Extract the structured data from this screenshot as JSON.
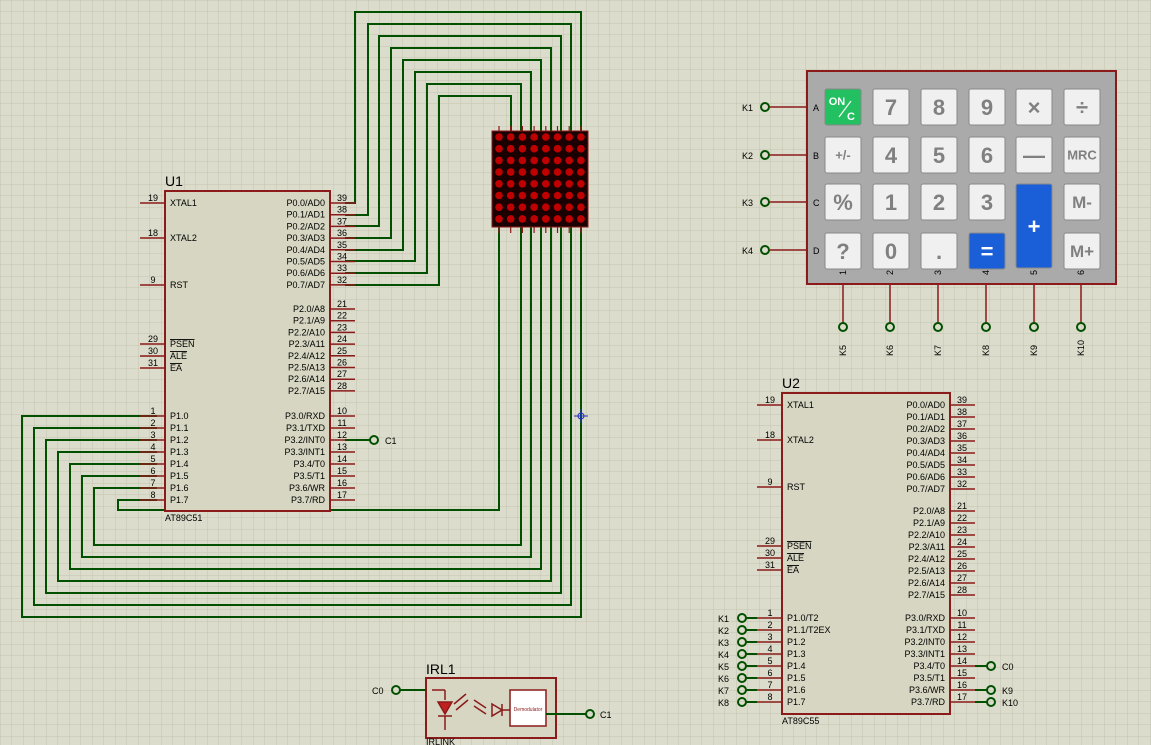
{
  "u1": {
    "ref": "U1",
    "part": "AT89C51",
    "left_pins": [
      {
        "num": "19",
        "name": "XTAL1"
      },
      {
        "num": "18",
        "name": "XTAL2"
      },
      {
        "num": "9",
        "name": "RST"
      },
      {
        "num": "29",
        "name": "PSEN"
      },
      {
        "num": "30",
        "name": "ALE"
      },
      {
        "num": "31",
        "name": "EA"
      },
      {
        "num": "1",
        "name": "P1.0"
      },
      {
        "num": "2",
        "name": "P1.1"
      },
      {
        "num": "3",
        "name": "P1.2"
      },
      {
        "num": "4",
        "name": "P1.3"
      },
      {
        "num": "5",
        "name": "P1.4"
      },
      {
        "num": "6",
        "name": "P1.5"
      },
      {
        "num": "7",
        "name": "P1.6"
      },
      {
        "num": "8",
        "name": "P1.7"
      }
    ],
    "right_pins": [
      {
        "num": "39",
        "name": "P0.0/AD0"
      },
      {
        "num": "38",
        "name": "P0.1/AD1"
      },
      {
        "num": "37",
        "name": "P0.2/AD2"
      },
      {
        "num": "36",
        "name": "P0.3/AD3"
      },
      {
        "num": "35",
        "name": "P0.4/AD4"
      },
      {
        "num": "34",
        "name": "P0.5/AD5"
      },
      {
        "num": "33",
        "name": "P0.6/AD6"
      },
      {
        "num": "32",
        "name": "P0.7/AD7"
      },
      {
        "num": "21",
        "name": "P2.0/A8"
      },
      {
        "num": "22",
        "name": "P2.1/A9"
      },
      {
        "num": "23",
        "name": "P2.2/A10"
      },
      {
        "num": "24",
        "name": "P2.3/A11"
      },
      {
        "num": "25",
        "name": "P2.4/A12"
      },
      {
        "num": "26",
        "name": "P2.5/A13"
      },
      {
        "num": "27",
        "name": "P2.6/A14"
      },
      {
        "num": "28",
        "name": "P2.7/A15"
      },
      {
        "num": "10",
        "name": "P3.0/RXD"
      },
      {
        "num": "11",
        "name": "P3.1/TXD"
      },
      {
        "num": "12",
        "name": "P3.2/INT0"
      },
      {
        "num": "13",
        "name": "P3.3/INT1"
      },
      {
        "num": "14",
        "name": "P3.4/T0"
      },
      {
        "num": "15",
        "name": "P3.5/T1"
      },
      {
        "num": "16",
        "name": "P3.6/WR"
      },
      {
        "num": "17",
        "name": "P3.7/RD"
      }
    ],
    "terminal_c1": "C1"
  },
  "u2": {
    "ref": "U2",
    "part": "AT89C55",
    "left_pins": [
      {
        "num": "19",
        "name": "XTAL1"
      },
      {
        "num": "18",
        "name": "XTAL2"
      },
      {
        "num": "9",
        "name": "RST"
      },
      {
        "num": "29",
        "name": "PSEN"
      },
      {
        "num": "30",
        "name": "ALE"
      },
      {
        "num": "31",
        "name": "EA"
      },
      {
        "num": "1",
        "name": "P1.0/T2",
        "net": "K1"
      },
      {
        "num": "2",
        "name": "P1.1/T2EX",
        "net": "K2"
      },
      {
        "num": "3",
        "name": "P1.2",
        "net": "K3"
      },
      {
        "num": "4",
        "name": "P1.3",
        "net": "K4"
      },
      {
        "num": "5",
        "name": "P1.4",
        "net": "K5"
      },
      {
        "num": "6",
        "name": "P1.5",
        "net": "K6"
      },
      {
        "num": "7",
        "name": "P1.6",
        "net": "K7"
      },
      {
        "num": "8",
        "name": "P1.7",
        "net": "K8"
      }
    ],
    "right_pins": [
      {
        "num": "39",
        "name": "P0.0/AD0"
      },
      {
        "num": "38",
        "name": "P0.1/AD1"
      },
      {
        "num": "37",
        "name": "P0.2/AD2"
      },
      {
        "num": "36",
        "name": "P0.3/AD3"
      },
      {
        "num": "35",
        "name": "P0.4/AD4"
      },
      {
        "num": "34",
        "name": "P0.5/AD5"
      },
      {
        "num": "33",
        "name": "P0.6/AD6"
      },
      {
        "num": "32",
        "name": "P0.7/AD7"
      },
      {
        "num": "21",
        "name": "P2.0/A8"
      },
      {
        "num": "22",
        "name": "P2.1/A9"
      },
      {
        "num": "23",
        "name": "P2.2/A10"
      },
      {
        "num": "24",
        "name": "P2.3/A11"
      },
      {
        "num": "25",
        "name": "P2.4/A12"
      },
      {
        "num": "26",
        "name": "P2.5/A13"
      },
      {
        "num": "27",
        "name": "P2.6/A14"
      },
      {
        "num": "28",
        "name": "P2.7/A15"
      },
      {
        "num": "10",
        "name": "P3.0/RXD"
      },
      {
        "num": "11",
        "name": "P3.1/TXD"
      },
      {
        "num": "12",
        "name": "P3.2/INT0"
      },
      {
        "num": "13",
        "name": "P3.3/INT1"
      },
      {
        "num": "14",
        "name": "P3.4/T0",
        "net": "C0"
      },
      {
        "num": "15",
        "name": "P3.5/T1"
      },
      {
        "num": "16",
        "name": "P3.6/WR",
        "net": "K9"
      },
      {
        "num": "17",
        "name": "P3.7/RD",
        "net": "K10"
      }
    ]
  },
  "keypad": {
    "row_labels": [
      "A",
      "B",
      "C",
      "D"
    ],
    "row_nets": [
      "K1",
      "K2",
      "K3",
      "K4"
    ],
    "col_labels": [
      "1",
      "2",
      "3",
      "4",
      "5",
      "6"
    ],
    "col_nets": [
      "K5",
      "K6",
      "K7",
      "K8",
      "K9",
      "K10"
    ],
    "keys": [
      [
        "ON/C",
        "7",
        "8",
        "9",
        "×",
        "÷"
      ],
      [
        "+/-",
        "4",
        "5",
        "6",
        "—",
        "MRC"
      ],
      [
        "%",
        "1",
        "2",
        "3",
        "+",
        "M-"
      ],
      [
        "?",
        "0",
        ".",
        "=",
        "",
        "M+"
      ]
    ],
    "on_key_top": "ON",
    "on_key_bottom": "C",
    "colors": {
      "on": "#22c060",
      "blue": "#1b5fd8",
      "key": "#f0f0f0",
      "body": "#aaaaaa"
    }
  },
  "irl1": {
    "ref": "IRL1",
    "sublabel": "IRLINK",
    "in_net": "C0",
    "out_net": "C1",
    "block_label": "Demodulator"
  },
  "colors": {
    "background": "#dcdccc",
    "grid": "#c4c4b0",
    "wire": "#005000",
    "body_fill": "#d6d6c2",
    "outline": "#8b1a1a",
    "led": "#c00000"
  }
}
